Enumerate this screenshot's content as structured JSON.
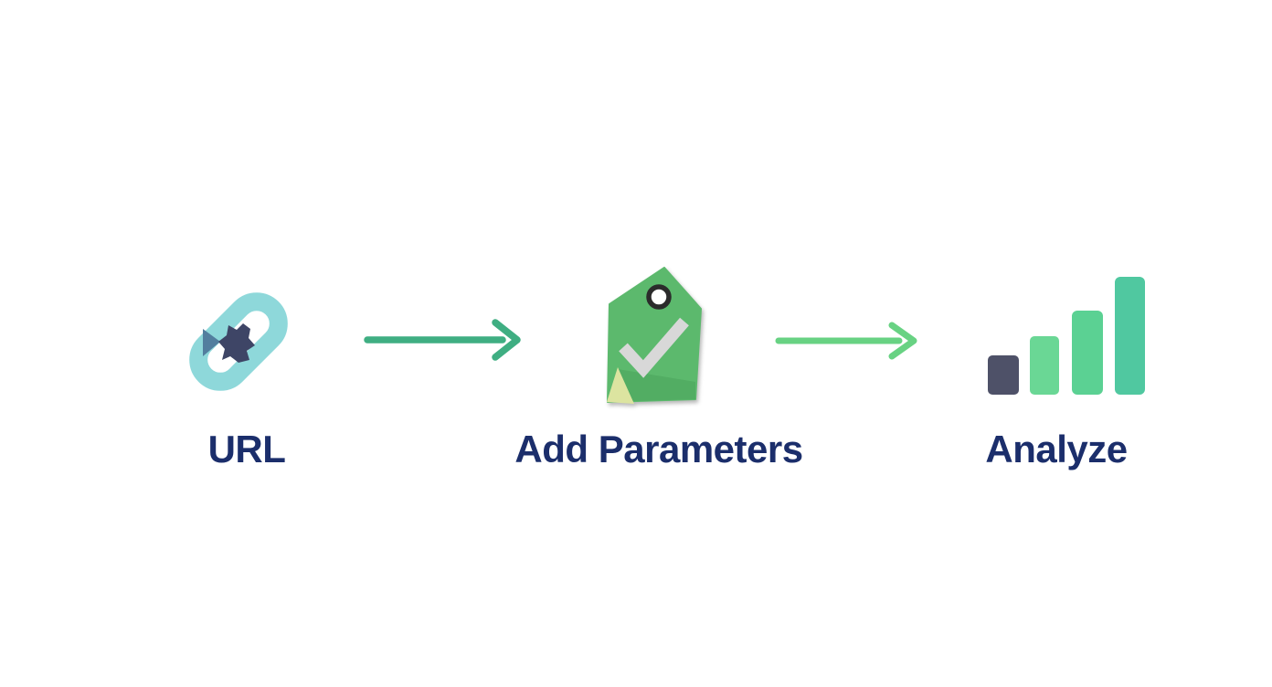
{
  "flow": {
    "steps": [
      {
        "id": "url",
        "label": "URL",
        "icon": "link-icon"
      },
      {
        "id": "add-parameters",
        "label": "Add Parameters",
        "icon": "tag-check-icon"
      },
      {
        "id": "analyze",
        "label": "Analyze",
        "icon": "bar-chart-icon"
      }
    ],
    "colors": {
      "background": "#ffffff",
      "label": "#1b2e6b",
      "arrow_1": "#3fae82",
      "arrow_2": "#68d283",
      "link_body": "#8ed8da",
      "link_knot": "#3e4566",
      "link_facet": "#527e9e",
      "tag_body": "#5cb96d",
      "tag_shade": "#52ad63",
      "tag_fold": "#dce4a0",
      "tag_check": "#d8d8d8",
      "tag_hole_ring": "#2b2b2b",
      "bar_1": "#4e5168",
      "bar_2": "#6ad795",
      "bar_3": "#5bd193",
      "bar_4": "#50c8a0"
    }
  }
}
